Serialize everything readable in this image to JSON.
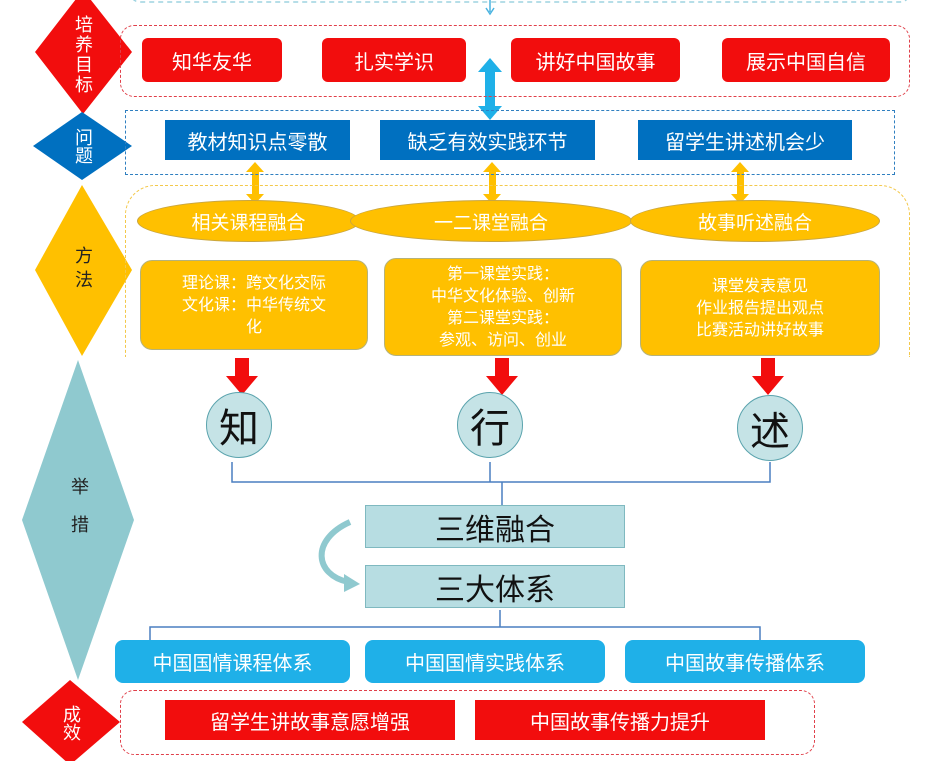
{
  "sections": {
    "goal": "培养目标",
    "problem": "问题",
    "method": "方法",
    "measure": "举措",
    "effect": "成效"
  },
  "goals": [
    "知华友华",
    "扎实学识",
    "讲好中国故事",
    "展示中国自信"
  ],
  "problems": [
    "教材知识点零散",
    "缺乏有效实践环节",
    "留学生讲述机会少"
  ],
  "methods": [
    "相关课程融合",
    "一二课堂融合",
    "故事听述融合"
  ],
  "method_details": [
    [
      "理论课：跨文化交际",
      "文化课：中华传统文",
      "化"
    ],
    [
      "第一课堂实践：",
      "中华文化体验、创新",
      "第二课堂实践：",
      "参观、访问、创业"
    ],
    [
      "课堂发表意见",
      "作业报告提出观点",
      "比赛活动讲好故事"
    ]
  ],
  "pillars": [
    "知",
    "行",
    "述"
  ],
  "integration": "三维融合",
  "systems_title": "三大体系",
  "systems": [
    "中国国情课程体系",
    "中国国情实践体系",
    "中国故事传播体系"
  ],
  "effects": [
    "留学生讲故事意愿增强",
    "中国故事传播力提升"
  ],
  "colors": {
    "red": "#f20d0d",
    "blue": "#0070c0",
    "yellow": "#ffc000",
    "teal": "#8fc9cf",
    "cyan": "#1fb0e8"
  }
}
